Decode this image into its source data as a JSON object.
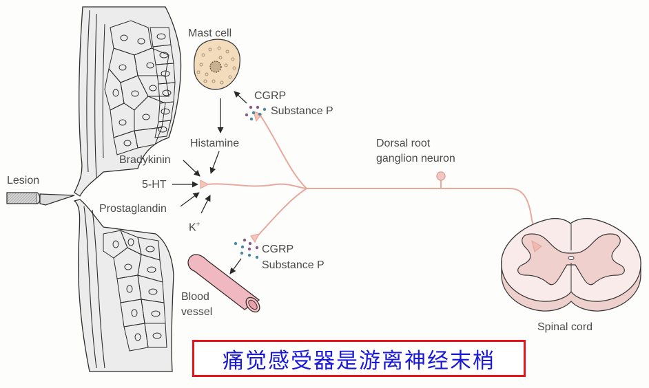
{
  "figure": {
    "labels": {
      "mast_cell": "Mast cell",
      "cgrp_top": "CGRP",
      "substance_p_top": "Substance P",
      "histamine": "Histamine",
      "bradykinin": "Bradykinin",
      "five_ht": "5-HT",
      "prostaglandin": "Prostaglandin",
      "potassium": "K",
      "potassium_sup": "+",
      "lesion": "Lesion",
      "cgrp_bottom": "CGRP",
      "substance_p_bottom": "Substance P",
      "blood_vessel_line1": "Blood",
      "blood_vessel_line2": "vessel",
      "drg_line1": "Dorsal root",
      "drg_line2": "ganglion neuron",
      "spinal_cord": "Spinal cord"
    },
    "caption": "痛觉感受器是游离神经末梢",
    "colors": {
      "neuron": "#e8a89c",
      "mast_cell": "#f2dcbc",
      "blood_vessel": "#f0b8c0",
      "spinal_cord": "#f7e4e2",
      "gray_matter": "#efd0cc",
      "caption_border": "#e8141a",
      "caption_text": "#1a1ad6",
      "purple_dot": "#8a5a86",
      "teal_dot": "#4a8aa0"
    }
  }
}
